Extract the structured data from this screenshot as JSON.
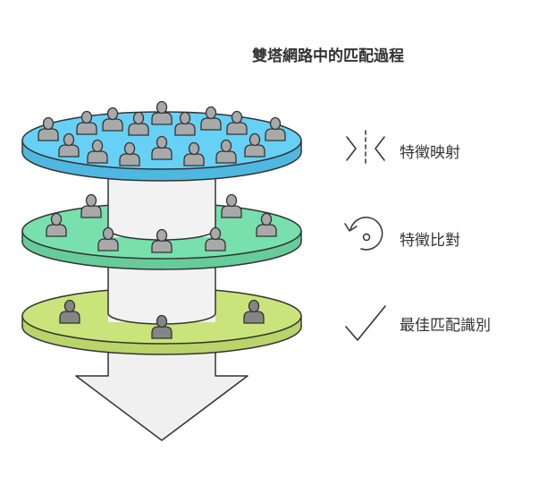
{
  "title": "雙塔網路中的匹配過程",
  "steps": [
    {
      "label": "特徵映射",
      "icon": "bracket-arrows-icon"
    },
    {
      "label": "特徵比對",
      "icon": "rotate-ccw-icon"
    },
    {
      "label": "最佳匹配識別",
      "icon": "checkmark-icon"
    }
  ],
  "colors": {
    "disk_top": "#67d0f5",
    "disk_middle": "#78e0ac",
    "disk_bottom": "#c9e47a",
    "column": "#f2f2f2",
    "person_fill": "#a9a9a9",
    "person_fill_dark": "#858585",
    "stroke": "#333333",
    "arrow_fill": "#f0f0f0"
  }
}
